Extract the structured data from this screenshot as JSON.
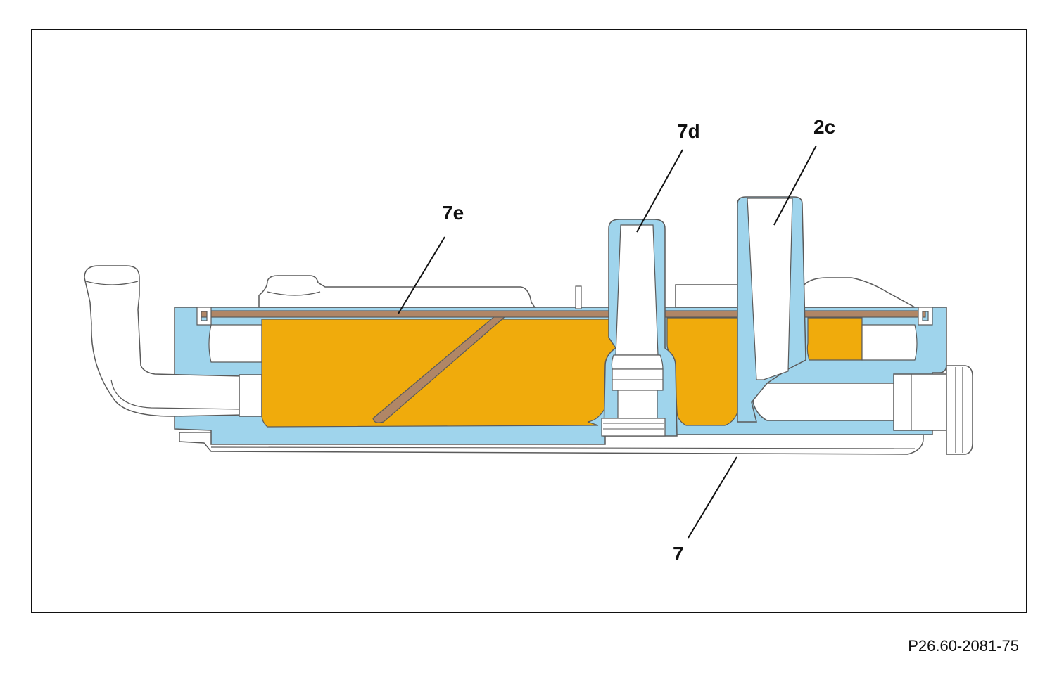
{
  "diagram": {
    "callouts": [
      {
        "id": "7e",
        "label": "7e"
      },
      {
        "id": "7d",
        "label": "7d"
      },
      {
        "id": "2c",
        "label": "2c"
      },
      {
        "id": "7",
        "label": "7"
      }
    ],
    "figure_reference": "P26.60-2081-75",
    "colors": {
      "housing": "#9fd4ec",
      "fluid": "#f0ab0c",
      "plate": "#b08666",
      "outline": "#5a5a5a",
      "frame": "#111111"
    }
  }
}
